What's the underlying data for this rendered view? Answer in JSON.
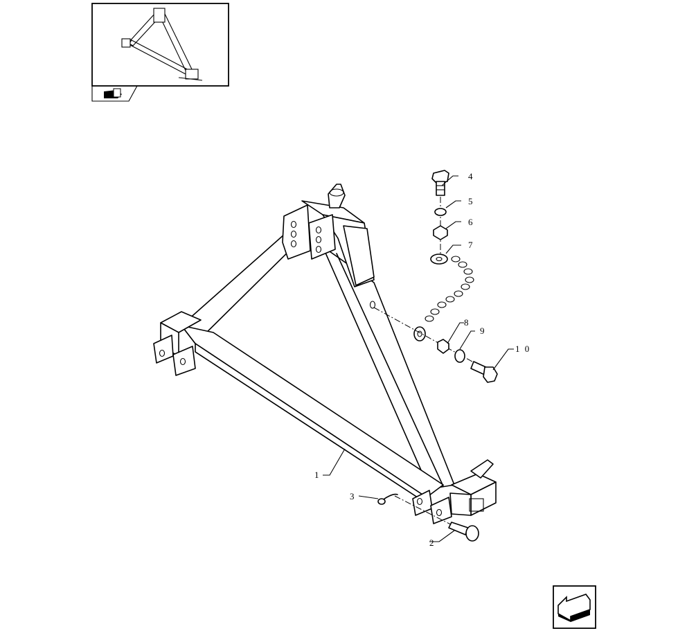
{
  "callouts": [
    {
      "id": "1",
      "label": "1"
    },
    {
      "id": "2",
      "label": "2"
    },
    {
      "id": "3",
      "label": "3"
    },
    {
      "id": "4",
      "label": "4"
    },
    {
      "id": "5",
      "label": "5"
    },
    {
      "id": "6",
      "label": "6"
    },
    {
      "id": "7",
      "label": "7"
    },
    {
      "id": "8",
      "label": "8"
    },
    {
      "id": "9",
      "label": "9"
    },
    {
      "id": "10",
      "label": "1 0"
    }
  ],
  "icons": {
    "thumbnail": "frame-thumbnail-icon",
    "previous": "previous-page-icon",
    "next": "next-page-arrow-icon"
  }
}
